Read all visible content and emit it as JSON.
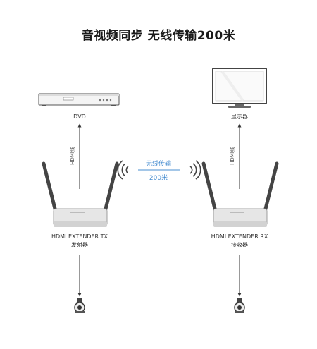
{
  "title": "音视频同步 无线传输200米",
  "tx": {
    "source_label": "DVD",
    "cable_label": "HDMI线",
    "device_name": "HDMI EXTENDER TX",
    "device_sub": "发射器"
  },
  "rx": {
    "display_label": "显示器",
    "cable_label": "HDMI线",
    "device_name": "HDMI EXTENDER RX",
    "device_sub": "接收器"
  },
  "wireless": {
    "line1": "无线传输",
    "line2": "200米"
  },
  "colors": {
    "accent": "#4a8fd1",
    "line": "#555555",
    "device": "#e6e6e6"
  }
}
